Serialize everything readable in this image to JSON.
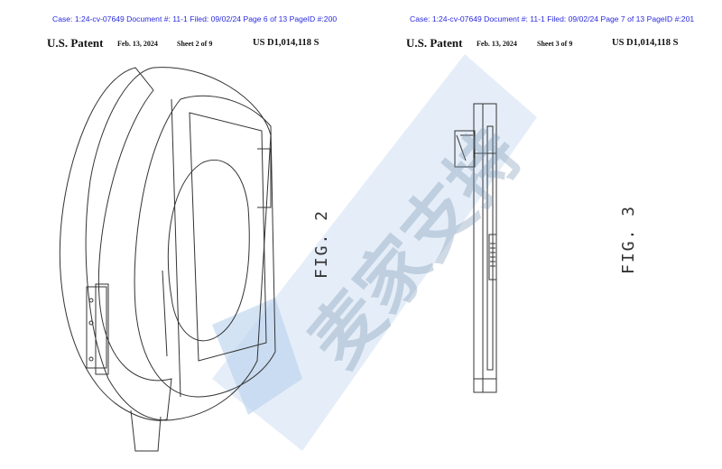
{
  "pages": [
    {
      "case_line": "Case: 1:24-cv-07649 Document #: 11-1 Filed: 09/02/24 Page 6 of 13 PageID #:200",
      "header": {
        "title": "U.S. Patent",
        "date": "Feb. 13, 2024",
        "sheet": "Sheet 2 of 9",
        "patent_no": "US D1,014,118 S"
      },
      "figure_label": "FIG. 2"
    },
    {
      "case_line": "Case: 1:24-cv-07649 Document #: 11-1 Filed: 09/02/24 Page 7 of 13 PageID #:201",
      "header": {
        "title": "U.S. Patent",
        "date": "Feb. 13, 2024",
        "sheet": "Sheet 3 of 9",
        "patent_no": "US D1,014,118 S"
      },
      "figure_label": "FIG. 3"
    }
  ],
  "watermark": {
    "text": "麦家支持",
    "color": "#a9c8e6"
  },
  "colors": {
    "case_line": "#2a2ae0",
    "drawing": "#333333"
  }
}
